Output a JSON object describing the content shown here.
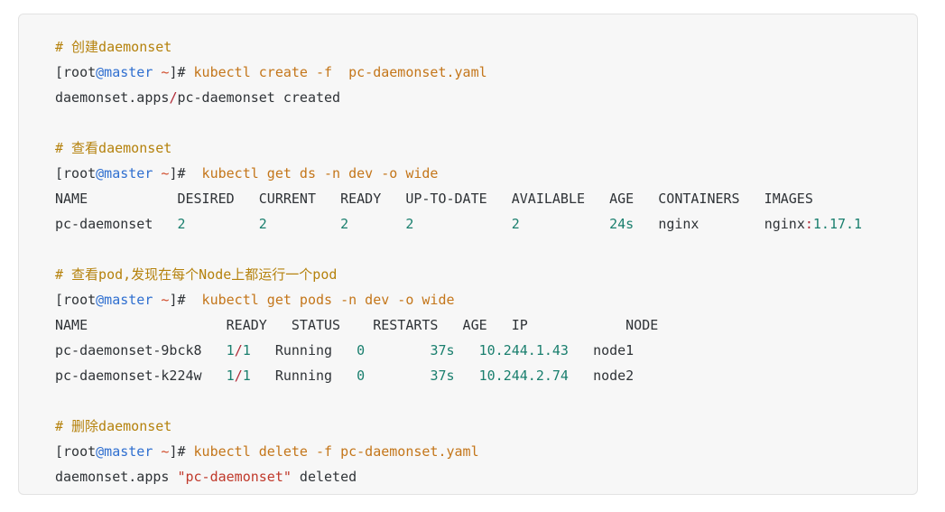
{
  "block": {
    "language": "shell",
    "background": "#f7f7f7",
    "border_color": "#e3e3e3"
  },
  "colors": {
    "comment": "#b5820d",
    "command": "#c4761a",
    "host": "#2f6fd0",
    "tilde": "#d14b2a",
    "plain": "#2f3337",
    "number": "#1a7f6e",
    "string": "#c0392b",
    "punct_red": "#b02a37"
  },
  "terminal": {
    "prompt_user": "[root",
    "prompt_at_host": "@master",
    "prompt_tilde": " ~",
    "prompt_end": "]#",
    "sections": [
      {
        "comment": "# 创建daemonset",
        "command": " kubectl create -f  pc-daemonset.yaml",
        "output_lines": [
          "daemonset.apps/pc-daemonset created"
        ]
      },
      {
        "comment": "# 查看daemonset",
        "command": "  kubectl get ds -n dev -o wide",
        "output_lines": []
      },
      {
        "comment": "# 查看pod,发现在每个Node上都运行一个pod",
        "command": "  kubectl get pods -n dev -o wide",
        "output_lines": []
      },
      {
        "comment": "# 删除daemonset",
        "command": " kubectl delete -f pc-daemonset.yaml",
        "output_lines": [
          "daemonset.apps \"pc-daemonset\" deleted"
        ]
      }
    ]
  },
  "ds_table": {
    "headers": [
      "NAME",
      "DESIRED",
      "CURRENT",
      "READY",
      "UP-TO-DATE",
      "AVAILABLE",
      "AGE",
      "CONTAINERS",
      "IMAGES"
    ],
    "rows": [
      {
        "name": "pc-daemonset",
        "desired": "2",
        "current": "2",
        "ready": "2",
        "up_to_date": "2",
        "available": "2",
        "age": "24s",
        "containers": "nginx",
        "image_name": "nginx",
        "image_tag": "1.17.1"
      }
    ]
  },
  "pod_table": {
    "headers": [
      "NAME",
      "READY",
      "STATUS",
      "RESTARTS",
      "AGE",
      "IP",
      "NODE"
    ],
    "rows": [
      {
        "name": "pc-daemonset-9bck8",
        "ready_num": "1",
        "ready_den": "1",
        "status": "Running",
        "restarts": "0",
        "age": "37s",
        "ip": "10.244.1.43",
        "node": "node1"
      },
      {
        "name": "pc-daemonset-k224w",
        "ready_num": "1",
        "ready_den": "1",
        "status": "Running",
        "restarts": "0",
        "age": "37s",
        "ip": "10.244.2.74",
        "node": "node2"
      }
    ]
  },
  "strings": {
    "delete_quote_open": "\"",
    "delete_quote_close": "\"",
    "delete_obj": "pc-daemonset",
    "delete_prefix": "daemonset.apps ",
    "delete_suffix": " deleted",
    "create_prefix": "daemonset.apps",
    "create_slash": "/",
    "create_suffix": "pc-daemonset created",
    "colon": ":",
    "slash": "/",
    "sp1": " ",
    "ds_header_line": "NAME           DESIRED   CURRENT   READY   UP-TO-DATE   AVAILABLE   AGE   CONTAINERS   IMAGES",
    "pod_header_line": "NAME                 READY   STATUS    RESTARTS   AGE   IP            NODE"
  }
}
